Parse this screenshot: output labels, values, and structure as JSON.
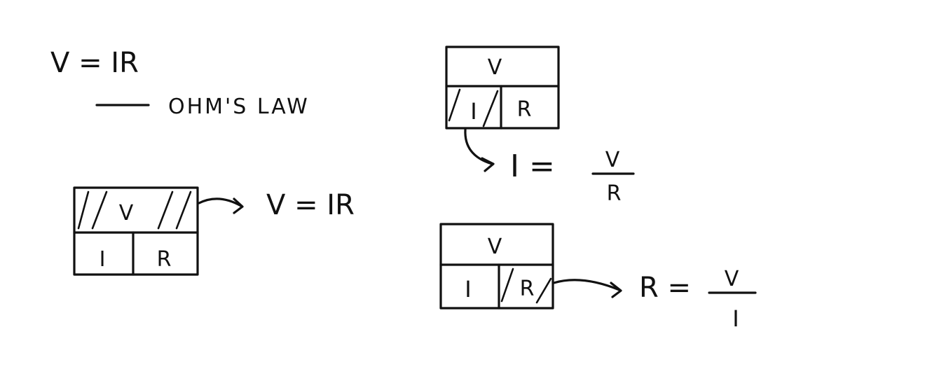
{
  "intro": {
    "formula": "V = IR",
    "caption": "OHM'S LAW"
  },
  "triangle_left": {
    "top": "V",
    "bottom_left": "I",
    "bottom_right": "R",
    "result": "V = IR"
  },
  "triangle_top_right": {
    "top": "V",
    "bottom_left": "I",
    "bottom_right": "R",
    "result_lhs": "I =",
    "result_num": "V",
    "result_den": "R"
  },
  "triangle_bottom_right": {
    "top": "V",
    "bottom_left": "I",
    "bottom_right": "R",
    "result_lhs": "R =",
    "result_num": "V",
    "result_den": "I"
  }
}
